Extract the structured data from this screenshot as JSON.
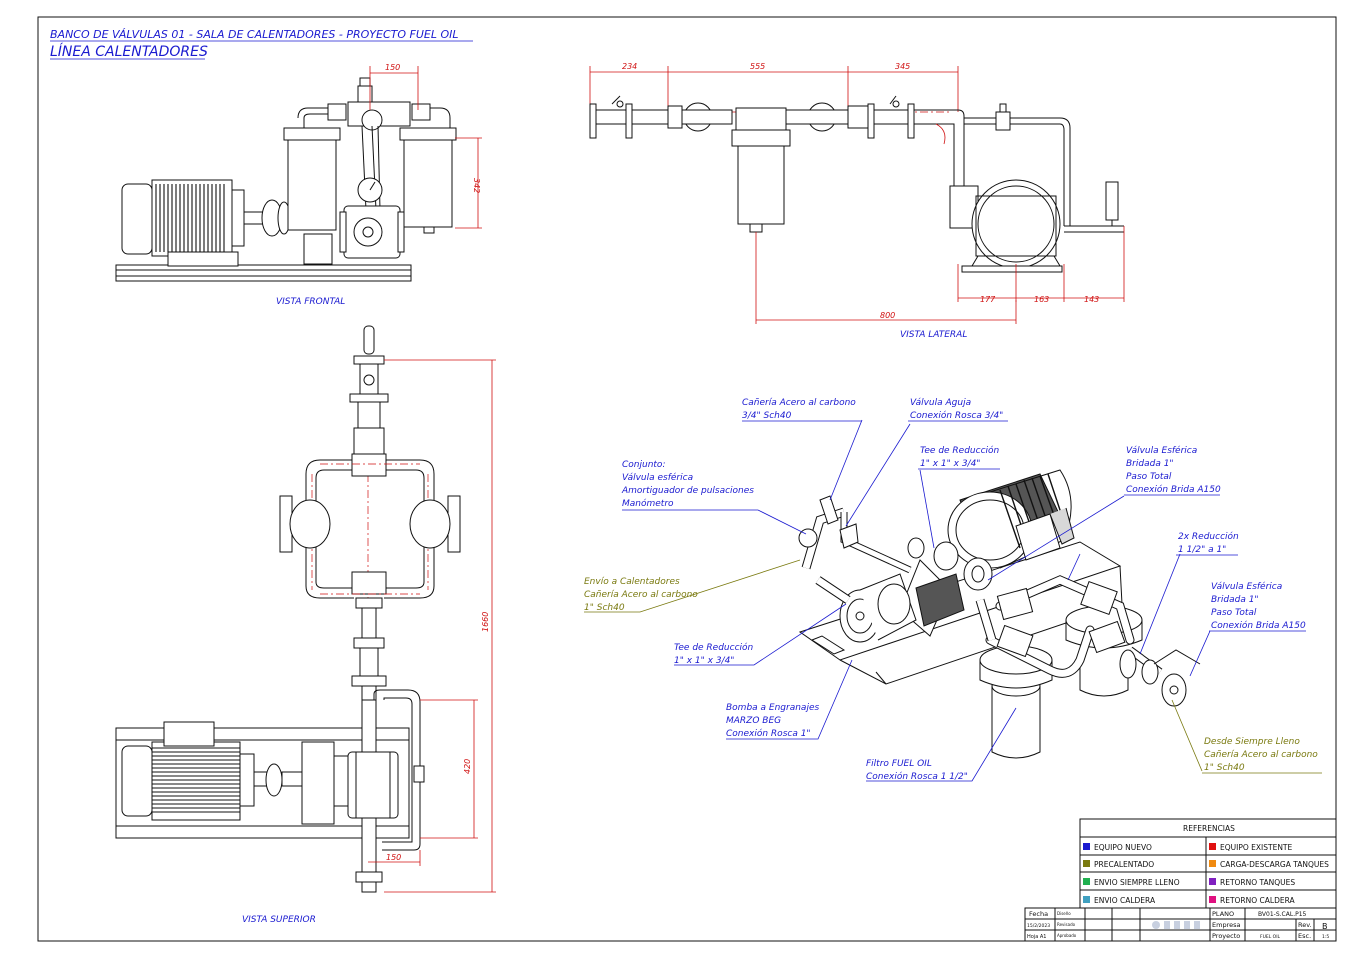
{
  "header": {
    "title": "BANCO DE VÁLVULAS 01 - SALA DE CALENTADORES - PROYECTO FUEL OIL",
    "subtitle": "LÍNEA CALENTADORES"
  },
  "views": {
    "front": "VISTA FRONTAL",
    "side": "VISTA LATERAL",
    "top": "VISTA SUPERIOR"
  },
  "dimensions": {
    "front_width": "150",
    "front_height": "342",
    "side_a": "234",
    "side_b": "555",
    "side_c": "345",
    "side_d": "177",
    "side_e": "163",
    "side_f": "143",
    "side_g": "800",
    "top_total": "1660",
    "top_lower": "420",
    "top_width": "150"
  },
  "callouts": {
    "pipe_34": [
      "Cañería Acero al carbono",
      "3/4\" Sch40"
    ],
    "needle_valve": [
      "Válvula Aguja",
      "Conexión Rosca 3/4\""
    ],
    "conjunto": [
      "Conjunto:",
      "Válvula esférica",
      "Amortiguador de pulsaciones",
      "Manómetro"
    ],
    "tee_top": [
      "Tee de Reducción",
      "1\" x 1\" x 3/4\""
    ],
    "ball_valve_top": [
      "Válvula Esférica",
      "Bridada 1\"",
      "Paso Total",
      "Conexión Brida A150"
    ],
    "reduction": [
      "2x Reducción",
      "1 1/2\" a 1\""
    ],
    "envio": [
      "Envío a Calentadores",
      "Cañería Acero al carbono",
      "1\" Sch40"
    ],
    "ball_valve_right": [
      "Válvula Esférica",
      "Bridada 1\"",
      "Paso Total",
      "Conexión Brida A150"
    ],
    "tee_bottom": [
      "Tee de Reducción",
      "1\" x 1\" x 3/4\""
    ],
    "pump": [
      "Bomba a Engranajes",
      "MARZO BEG",
      "Conexión Rosca 1\""
    ],
    "filter": [
      "Filtro FUEL OIL",
      "Conexión Rosca 1 1/2\""
    ],
    "desde": [
      "Desde Siempre Lleno",
      "Cañería Acero al carbono",
      "1\" Sch40"
    ]
  },
  "legend": {
    "title": "REFERENCIAS",
    "items": [
      {
        "label": "EQUIPO NUEVO",
        "color": "#1a1ad0"
      },
      {
        "label": "EQUIPO EXISTENTE",
        "color": "#e01010"
      },
      {
        "label": "PRECALENTADO",
        "color": "#7a7a10"
      },
      {
        "label": "CARGA-DESCARGA TANQUES",
        "color": "#f08a10"
      },
      {
        "label": "ENVIO SIEMPRE LLENO",
        "color": "#20b050"
      },
      {
        "label": "RETORNO TANQUES",
        "color": "#8020c0"
      },
      {
        "label": "ENVIO CALDERA",
        "color": "#40a0c0"
      },
      {
        "label": "RETORNO CALDERA",
        "color": "#e01080"
      }
    ]
  },
  "titleblock": {
    "fecha_label": "Fecha",
    "fecha": "15/2/2023",
    "hoja": "Hoja A1",
    "plano_label": "PLANO",
    "plano": "BV01-S.CAL.P15",
    "empresa_label": "Empresa",
    "proyecto_label": "Proyecto",
    "proyecto": "FUEL OIL",
    "rev_label": "Rev.",
    "rev": "B",
    "esc_label": "Esc.",
    "esc": "1:5",
    "dibujo": "Diseño",
    "revisado": "Revisado",
    "aprobado": "Aprobado"
  }
}
